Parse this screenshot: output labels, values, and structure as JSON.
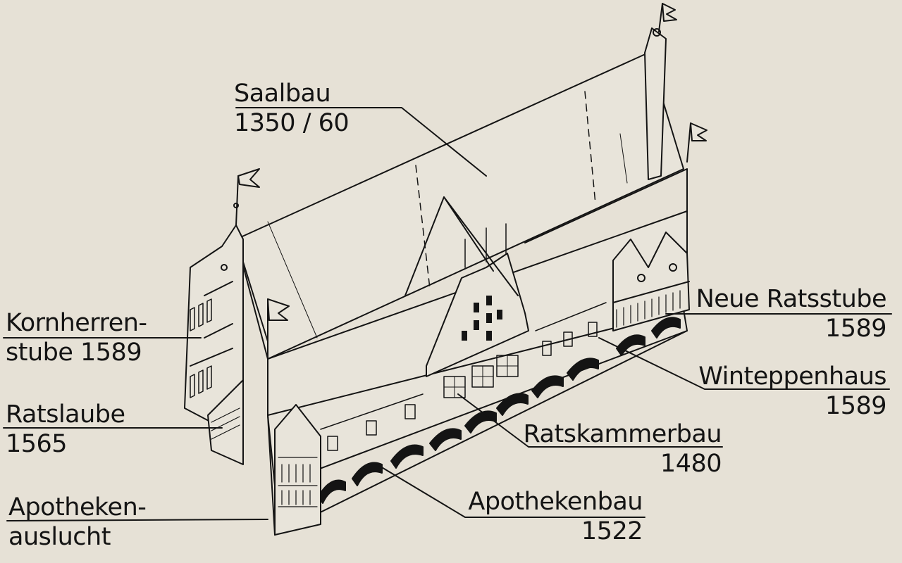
{
  "palette": {
    "paper": "#e6e1d6",
    "ink": "#141414"
  },
  "labels": {
    "saalbau": {
      "name": "Saalbau",
      "year": "1350 / 60"
    },
    "kornherrenstube": {
      "line1": "Kornherren-",
      "line2": "stube 1589"
    },
    "ratslaube": {
      "name": "Ratslaube",
      "year": "1565"
    },
    "apothekenauslucht": {
      "line1": "Apotheken-",
      "line2": "auslucht"
    },
    "neue_ratsstube": {
      "name": "Neue Ratsstube",
      "year": "1589"
    },
    "winteppenhaus": {
      "name": "Winteppenhaus",
      "year": "1589"
    },
    "ratskammerbau": {
      "name": "Ratskammerbau",
      "year": "1480"
    },
    "apothekenbau": {
      "name": "Apothekenbau",
      "year": "1522"
    }
  }
}
